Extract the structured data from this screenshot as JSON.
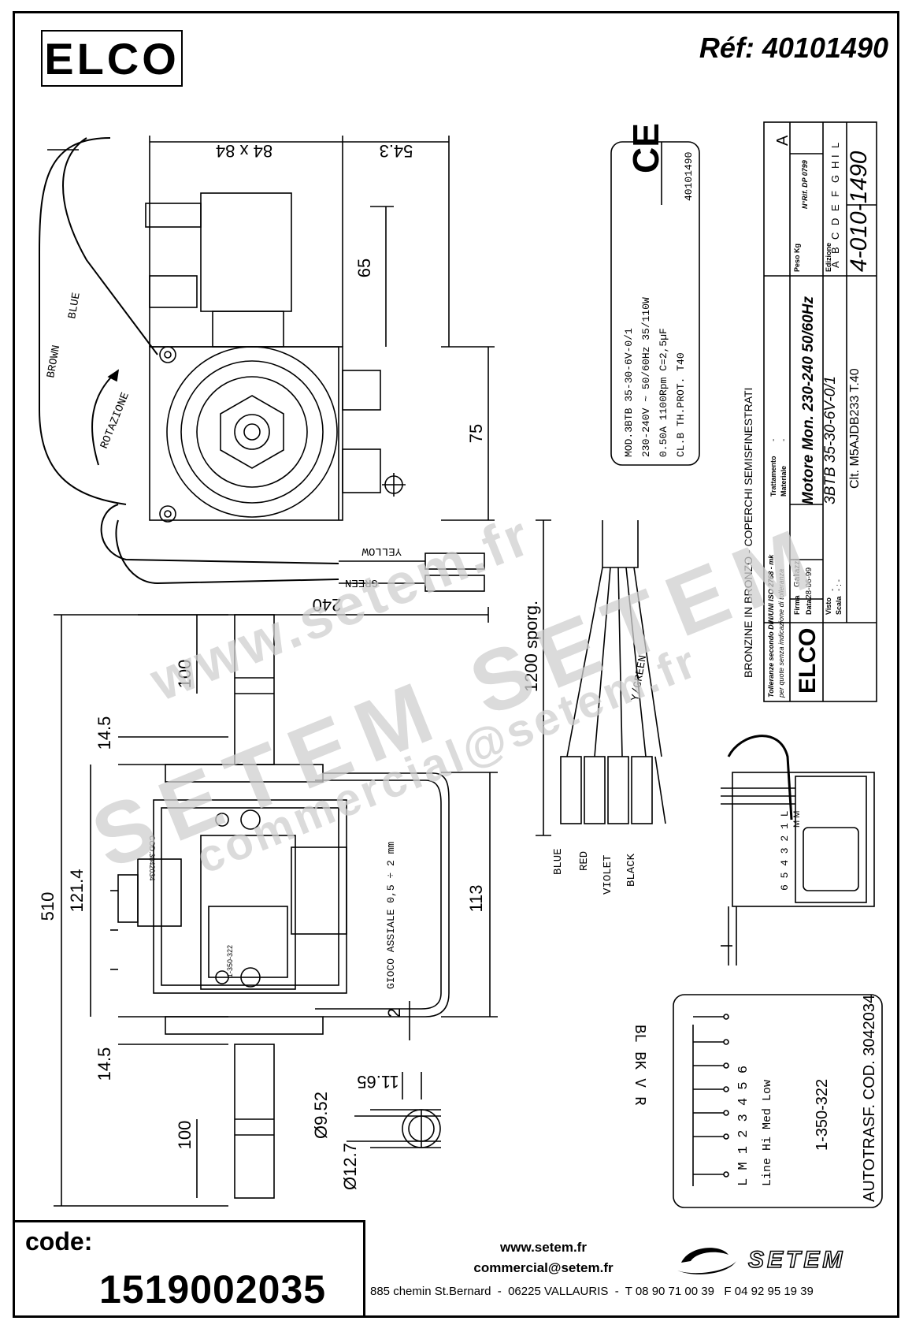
{
  "header": {
    "brand": "ELCO",
    "reference": "Réf: 40101490"
  },
  "dimensions": {
    "top_width": "84 x 84",
    "top_offset": "54.3",
    "height_65": "65",
    "height_75": "75",
    "cable_240": "240",
    "cable_1200": "1200 sporg.",
    "total_510": "510",
    "shaft_100_top": "100",
    "shaft_100_bottom": "100",
    "gap_14_5_top": "14.5",
    "gap_14_5_bottom": "14.5",
    "body_121_4": "121.4",
    "body_113": "113",
    "gap_2": "2",
    "shaft_flat": "11.65",
    "shaft_d1": "Ø9.52",
    "shaft_d2": "Ø12.7"
  },
  "wires": {
    "brown": "BROWN",
    "blue": "BLUE",
    "rotation": "ROTAZIONE",
    "yellow": "YELLOW",
    "green": "GREEN",
    "y_green": "Y/GREEN",
    "bottom_colors": [
      "BLUE",
      "RED",
      "VIOLET",
      "BLACK"
    ]
  },
  "label_plate": {
    "model": "MOD.3BTB 35-30-6V-0/1",
    "voltage": "230-240V ~ 50/60Hz 35/110W",
    "current": "0.50A 1100Rpm C=2,5µF",
    "class": "CL.B       TH.PROT.        T40",
    "ce": "CE",
    "code": "40101490"
  },
  "axial_play": "GIOCO ASSIALE  0,5 ÷ 2 mm",
  "transformer_label": "1-350-322",
  "transformer_code": "COD.3042034",
  "title_block": {
    "notes": "BRONZINE IN BRONZO - COPERCHI SEMISFINESTRATI",
    "tolerance_1": "Tolleranze secondo DIN/UNI ISO 2768 - mk",
    "tolerance_2": "per quote senza indicazione di tolleranza",
    "brand": "ELCO",
    "firma_label": "Firma",
    "firma_value": "Gallazzi",
    "data_label": "Data",
    "data_value": "28-06-99",
    "visto_label": "Visto",
    "visto_value": "-",
    "scala_label": "Scala",
    "scala_value": "- : -",
    "trattamento_label": "Trattamento",
    "trattamento_value": "-",
    "materiale_label": "Materiale",
    "materiale_value": "-",
    "desc_1": "Motore Mon. 230-240 50/60Hz",
    "desc_2": "3BTB 35-30-6V-0/1",
    "desc_3": "Clt. M5AJDB233 T.40",
    "peso_label": "Peso Kg",
    "edizione_label": "Edizione",
    "rif_label": "N°Rif. DP 0799",
    "revision": "A",
    "edition_letters": [
      "A",
      "B",
      "C",
      "D",
      "E",
      "F",
      "G",
      "H",
      "I",
      "L"
    ],
    "drawing_number": "4-010-1490"
  },
  "connector": {
    "pins": "6 5 4 3 2 1 L",
    "mm": "M M"
  },
  "schematic": {
    "terminals": "L  M  1  2  3  4  5  6",
    "speeds": "Line    Hi    Med    Low",
    "colors": "BL    BK    V    R",
    "part": "1-350-322",
    "autotrasf": "AUTOTRASF. COD. 3042034"
  },
  "footer": {
    "code_label": "code:",
    "code_value": "1519002035",
    "website": "www.setem.fr",
    "email": "commercial@setem.fr",
    "address": "885 chemin St.Bernard  -  06225 VALLAURIS  -  T 08 90 71 00 39   F 04 92 95 19 39",
    "logo": "SETEM"
  },
  "watermark": {
    "line1": "www.setem.fr",
    "line2": "SETEM SETEM",
    "line3": "commercial@setem.fr"
  }
}
